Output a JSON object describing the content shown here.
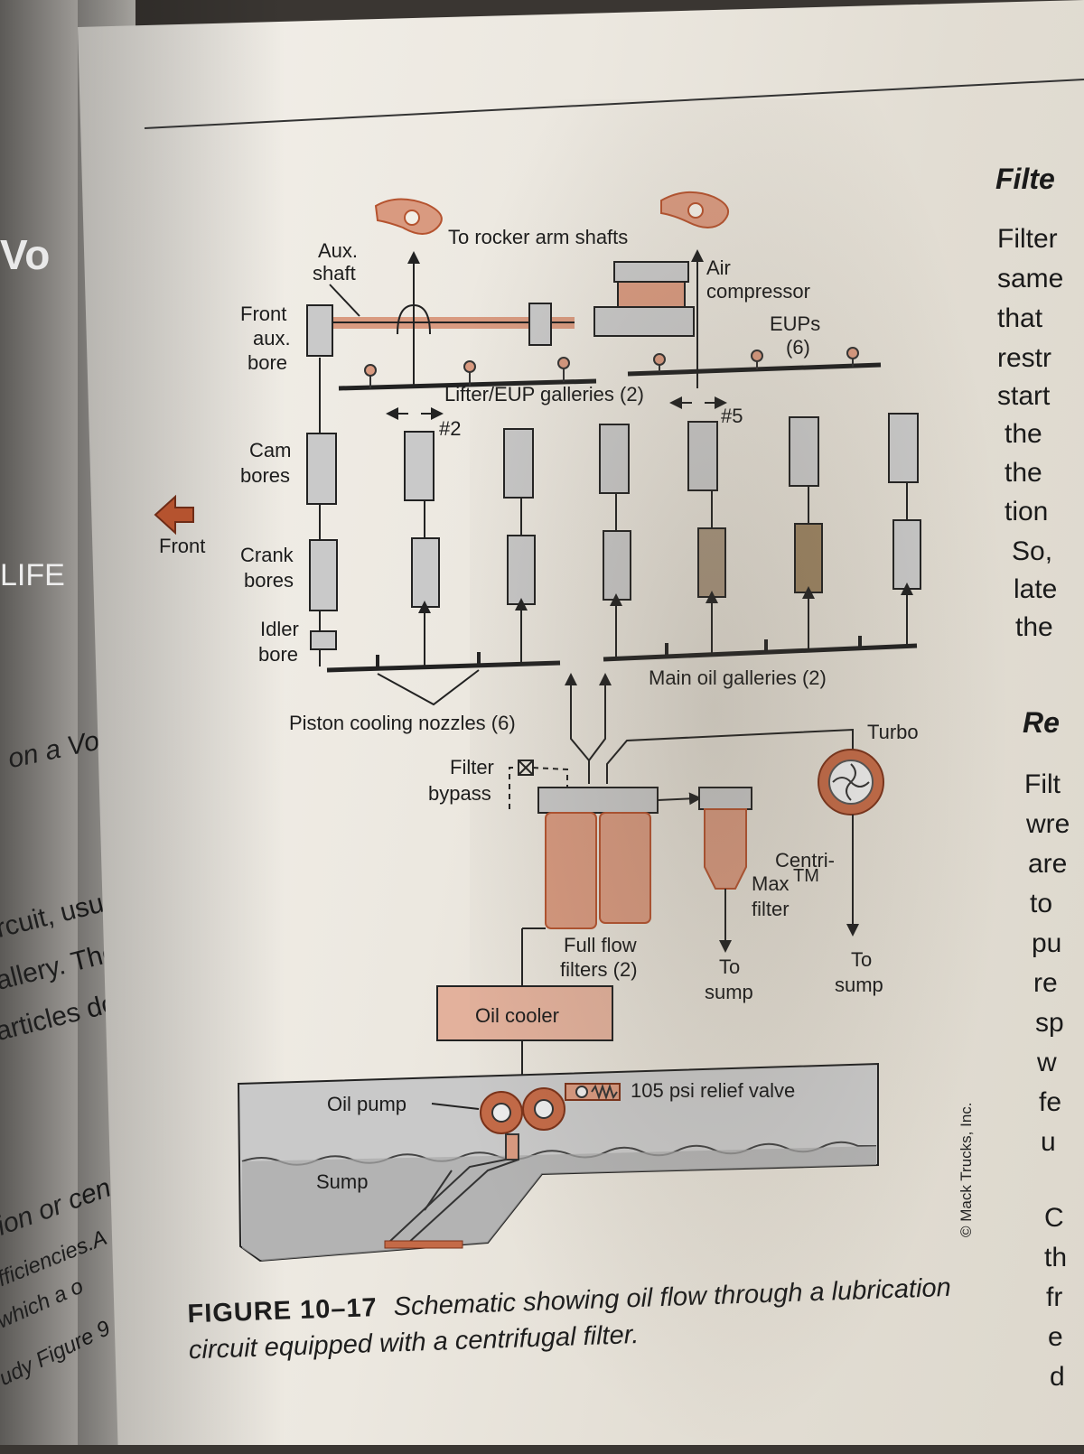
{
  "left_page": {
    "fragments": [
      "on a Volvo",
      "rcuit, usual",
      "allery. They",
      "articles do",
      "ion or cen",
      "fficiencies.A",
      "which a o",
      "udy Figure 9"
    ],
    "logo_text": "Vo",
    "label_text": "LIFE"
  },
  "diagram": {
    "labels": {
      "rocker": "To rocker arm shafts",
      "aux_shaft": [
        "Aux.",
        "shaft"
      ],
      "front_aux_bore": [
        "Front",
        "aux.",
        "bore"
      ],
      "air_compressor": [
        "Air",
        "compressor"
      ],
      "eups": [
        "EUPs",
        "(6)"
      ],
      "lifter_galleries": "Lifter/EUP galleries (2)",
      "num2": "#2",
      "num5": "#5",
      "cam_bores": [
        "Cam",
        "bores"
      ],
      "front": "Front",
      "crank_bores": [
        "Crank",
        "bores"
      ],
      "idler_bore": [
        "Idler",
        "bore"
      ],
      "main_galleries": "Main oil galleries (2)",
      "piston_nozzles": "Piston cooling nozzles (6)",
      "turbo": "Turbo",
      "filter_bypass": [
        "Filter",
        "bypass"
      ],
      "centrimax": [
        "Centri-",
        "Max",
        "filter"
      ],
      "tm": "TM",
      "full_flow": [
        "Full flow",
        "filters (2)"
      ],
      "to_sump_1": [
        "To",
        "sump"
      ],
      "to_sump_2": [
        "To",
        "sump"
      ],
      "oil_cooler": "Oil cooler",
      "relief_valve": "105 psi relief valve",
      "oil_pump": "Oil pump",
      "sump": "Sump"
    },
    "credit": "© Mack Trucks, Inc.",
    "colors": {
      "copper": "#d99a80",
      "copper_dark": "#b5532f",
      "gray": "#c9c9c9",
      "line": "#222222"
    }
  },
  "right_text": {
    "heading1": "Filte",
    "lines1": [
      "Filter",
      "same",
      "that",
      "restr",
      "start",
      "the",
      "the",
      "tion",
      "So,",
      "late",
      "the"
    ],
    "heading2": "Re",
    "lines2": [
      "Filt",
      "wre",
      "are",
      "to",
      "pu",
      "re",
      "sp",
      "w",
      "fe",
      "u"
    ],
    "lines3": [
      "C",
      "th",
      "fr",
      "e",
      "d"
    ]
  },
  "caption": {
    "figure": "FIGURE 10–17",
    "text": "Schematic showing oil flow through a lubrication circuit equipped with a centrifugal filter."
  }
}
